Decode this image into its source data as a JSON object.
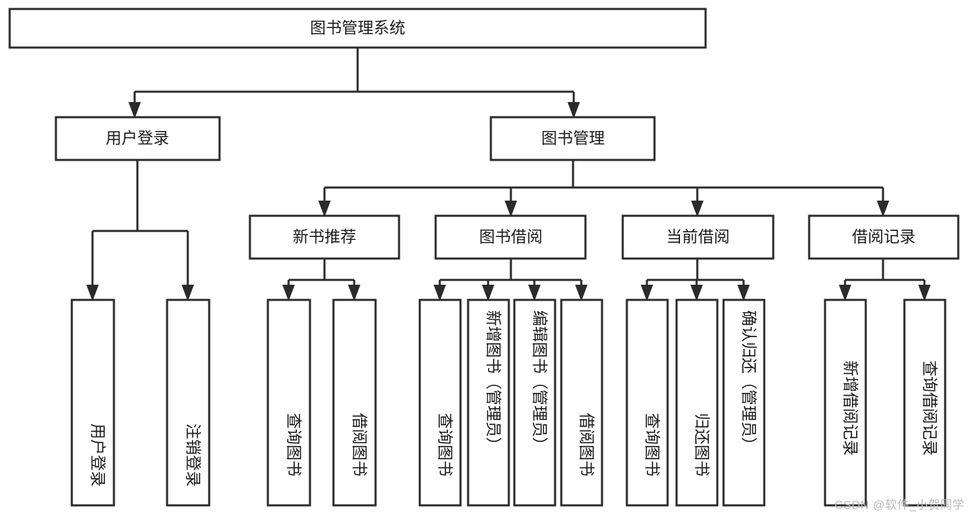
{
  "diagram": {
    "title": "图书管理系统",
    "type": "tree",
    "watermark": "CSDN @软件_小贺同学",
    "colors": {
      "stroke": "#2b2b2b",
      "fill": "#ffffff",
      "text": "#1b1b1b",
      "watermark": "#b9b9b9"
    },
    "root": {
      "label": "图书管理系统"
    },
    "level2": [
      {
        "label": "用户登录"
      },
      {
        "label": "图书管理"
      }
    ],
    "level3": [
      {
        "label": "新书推荐"
      },
      {
        "label": "图书借阅"
      },
      {
        "label": "当前借阅"
      },
      {
        "label": "借阅记录"
      }
    ],
    "leaves": [
      {
        "label": "用户登录",
        "parent": "用户登录"
      },
      {
        "label": "注销登录",
        "parent": "用户登录"
      },
      {
        "label": "查询图书",
        "parent": "新书推荐"
      },
      {
        "label": "借阅图书",
        "parent": "新书推荐"
      },
      {
        "label": "查询图书",
        "parent": "图书借阅"
      },
      {
        "label": "新增图书（管理员）",
        "parent": "图书借阅"
      },
      {
        "label": "编辑图书（管理员）",
        "parent": "图书借阅"
      },
      {
        "label": "借阅图书",
        "parent": "图书借阅"
      },
      {
        "label": "查询图书",
        "parent": "当前借阅"
      },
      {
        "label": "归还图书",
        "parent": "当前借阅"
      },
      {
        "label": "确认归还（管理员）",
        "parent": "当前借阅"
      },
      {
        "label": "新增借阅记录",
        "parent": "借阅记录"
      },
      {
        "label": "查询借阅记录",
        "parent": "借阅记录"
      }
    ]
  }
}
